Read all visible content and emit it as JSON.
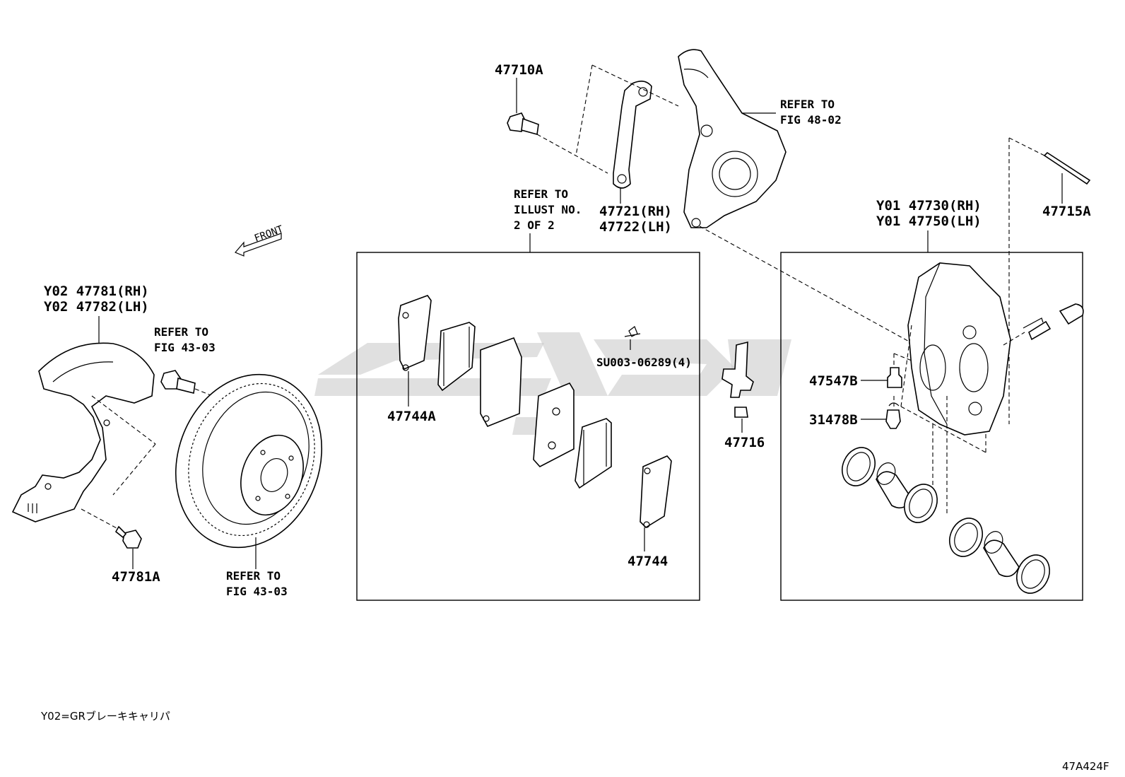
{
  "diagram": {
    "figure_code": "47A424F",
    "footnote": "Y02=GRブレーキキャリパ",
    "front_label": "FRONT",
    "labels": {
      "bolt_top": "47710A",
      "knuckle_refer_1": "REFER TO",
      "knuckle_refer_2": "FIG 48-02",
      "bracket_rh": "47721(RH)",
      "bracket_lh": "47722(LH)",
      "pin": "47715A",
      "caliper_rh": "Y01 47730(RH)",
      "caliper_lh": "Y01 47750(LH)",
      "pad_refer_1": "REFER TO",
      "pad_refer_2": "ILLUST NO.",
      "pad_refer_3": "2 OF 2",
      "shield_rh": "Y02 47781(RH)",
      "shield_lh": "Y02 47782(LH)",
      "hub_bolt_refer_1": "REFER TO",
      "hub_bolt_refer_2": "FIG 43-03",
      "shim_a": "47744A",
      "clip": "SU003-06289(4)",
      "spring": "47716",
      "bleeder": "47547B",
      "cap": "31478B",
      "shim": "47744",
      "shield_bolt": "47781A",
      "disc_refer_1": "REFER TO",
      "disc_refer_2": "FIG 43-03"
    }
  }
}
